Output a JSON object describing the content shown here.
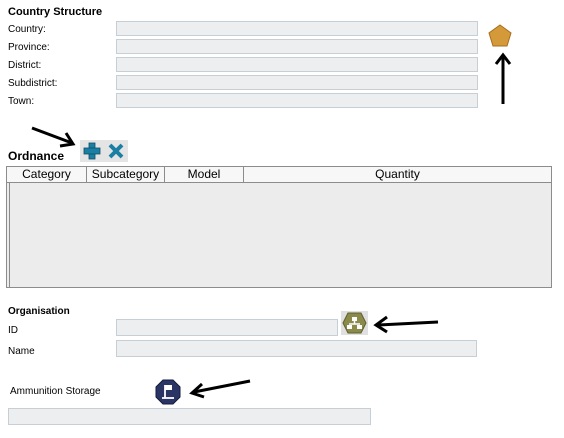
{
  "country_structure": {
    "title": "Country Structure",
    "fields": [
      {
        "label": "Country:",
        "value": ""
      },
      {
        "label": "Province:",
        "value": ""
      },
      {
        "label": "District:",
        "value": ""
      },
      {
        "label": "Subdistrict:",
        "value": ""
      },
      {
        "label": "Town:",
        "value": ""
      }
    ],
    "select_icon": "pentagon-icon"
  },
  "ordnance": {
    "title": "Ordnance",
    "add_icon": "plus-icon",
    "remove_icon": "x-icon",
    "columns": [
      "Category",
      "Subcategory",
      "Model",
      "Quantity"
    ],
    "rows": []
  },
  "organisation": {
    "title": "Organisation",
    "id_label": "ID",
    "id_value": "",
    "name_label": "Name",
    "name_value": "",
    "lookup_icon": "hierarchy-icon"
  },
  "ammunition_storage": {
    "label": "Ammunition Storage",
    "value": "",
    "icon": "flag-icon"
  },
  "colors": {
    "field_bg": "#eceeef",
    "field_border": "#c6ced6",
    "pentagon": "#d49a3a",
    "add_remove": "#1b7ea3",
    "hierarchy": "#8a8a4a",
    "flag_bg": "#2a3566"
  }
}
